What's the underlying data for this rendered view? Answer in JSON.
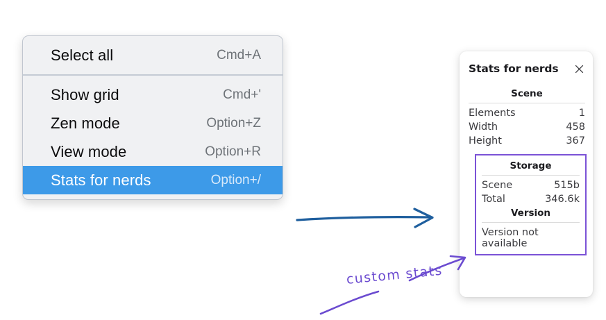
{
  "menu": {
    "groups": [
      {
        "items": [
          {
            "label": "Select all",
            "shortcut": "Cmd+A",
            "selected": false
          }
        ]
      },
      {
        "items": [
          {
            "label": "Show grid",
            "shortcut": "Cmd+'",
            "selected": false
          },
          {
            "label": "Zen mode",
            "shortcut": "Option+Z",
            "selected": false
          },
          {
            "label": "View mode",
            "shortcut": "Option+R",
            "selected": false
          },
          {
            "label": "Stats for nerds",
            "shortcut": "Option+/",
            "selected": true
          }
        ]
      }
    ],
    "items": {
      "select_all": {
        "label": "Select all",
        "shortcut": "Cmd+A"
      },
      "show_grid": {
        "label": "Show grid",
        "shortcut": "Cmd+'"
      },
      "zen_mode": {
        "label": "Zen mode",
        "shortcut": "Option+Z"
      },
      "view_mode": {
        "label": "View mode",
        "shortcut": "Option+R"
      },
      "stats_for_nerds": {
        "label": "Stats for nerds",
        "shortcut": "Option+/"
      }
    },
    "colors": {
      "background": "#f0f1f3",
      "separator": "#c4cbd4",
      "selected_background": "#3d9ae8",
      "label": "#0b0b0c",
      "shortcut": "#6e7378"
    }
  },
  "stats_panel": {
    "title": "Stats for nerds",
    "close_icon": "close-icon",
    "scene": {
      "heading": "Scene",
      "rows": [
        {
          "label": "Elements",
          "value": "1"
        },
        {
          "label": "Width",
          "value": "458"
        },
        {
          "label": "Height",
          "value": "367"
        }
      ]
    },
    "storage": {
      "heading": "Storage",
      "rows": [
        {
          "label": "Scene",
          "value": "515b"
        },
        {
          "label": "Total",
          "value": "346.6k"
        }
      ]
    },
    "version": {
      "heading": "Version",
      "text": "Version not available"
    },
    "colors": {
      "panel_background": "#ffffff",
      "highlight_border": "#7b52d6",
      "text": "#3b3b3f",
      "heading": "#1b1b1f"
    }
  },
  "annotations": {
    "handwritten_note": "custom stats",
    "arrow_color": "#1f5f9e",
    "note_color": "#6b4bd0"
  }
}
